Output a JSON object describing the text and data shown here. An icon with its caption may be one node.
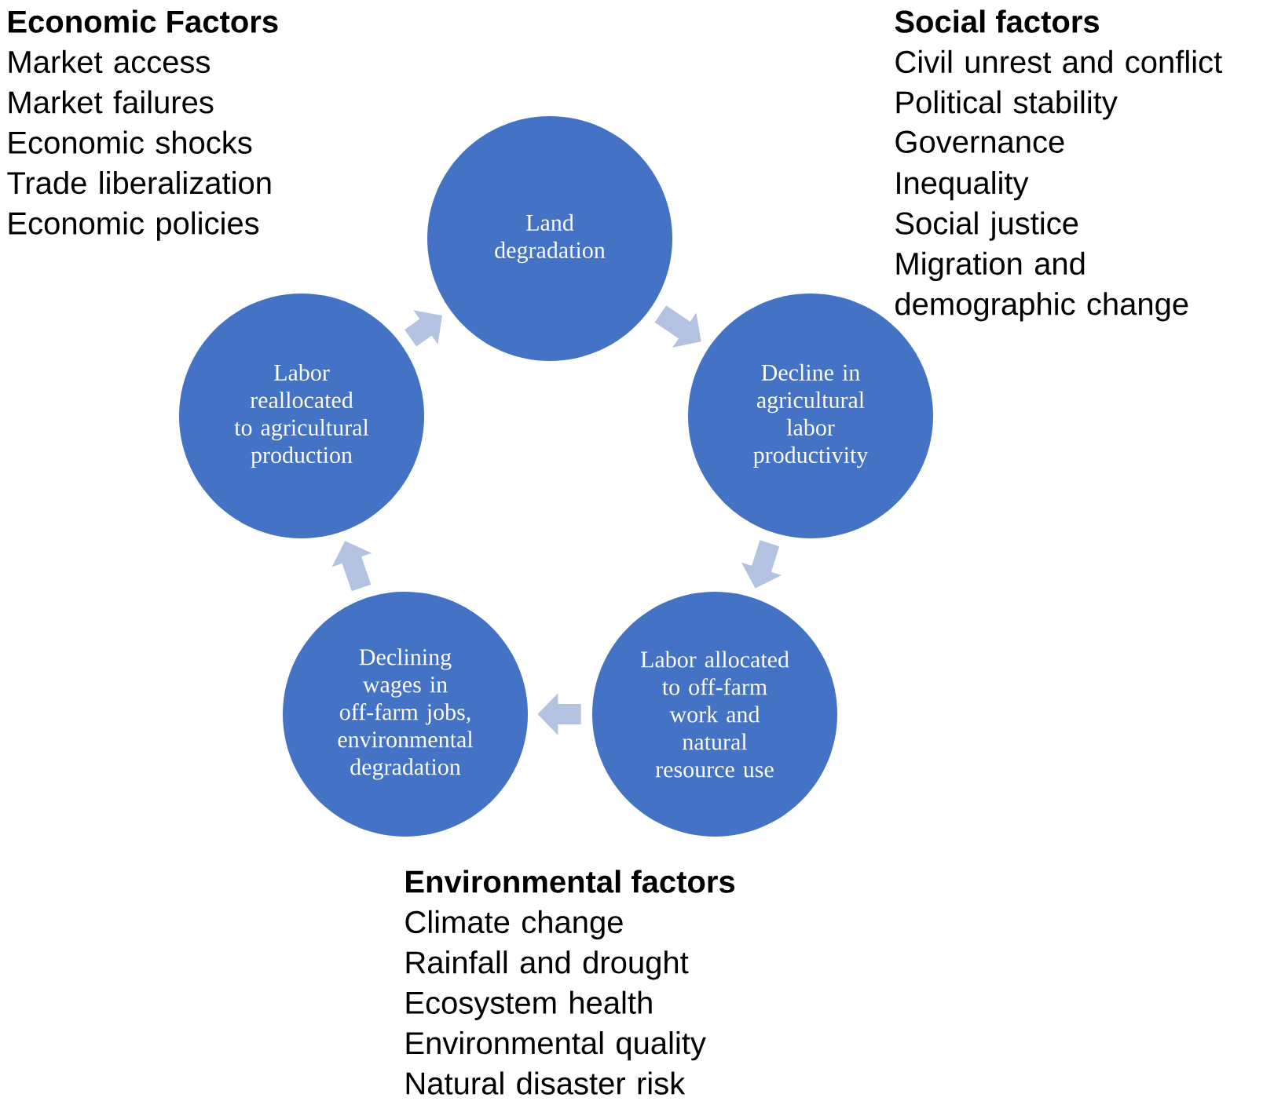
{
  "diagram": {
    "nodes": [
      {
        "text": [
          "Land degradation"
        ]
      },
      {
        "text": [
          "Decline in agricultural labor productivity"
        ]
      },
      {
        "text": [
          "Labor allocated to off-farm work and natural resource use"
        ]
      },
      {
        "text": [
          "Declining wages in off-farm jobs, environmental degradation"
        ]
      },
      {
        "text": [
          "Labor reallocated to agricultural production"
        ]
      }
    ],
    "edges": [
      {
        "from": 0,
        "to": 1,
        "arrow": "to"
      },
      {
        "from": 1,
        "to": 2,
        "arrow": "to"
      },
      {
        "from": 2,
        "to": 3,
        "arrow": "to"
      },
      {
        "from": 3,
        "to": 4,
        "arrow": "to"
      },
      {
        "from": 4,
        "to": 0,
        "arrow": "to"
      }
    ],
    "labels": [
      "Economic Factors",
      "Market access",
      "Market failures",
      "Economic shocks",
      "Trade liberalization",
      "Economic policies",
      "Social factors",
      "Civil unrest and conflict",
      "Political stability",
      "Governance",
      "Inequality",
      "Social justice",
      "Migration and demographic change",
      "Environmental factors",
      "Climate change",
      "Rainfall and drought",
      "Ecosystem health",
      "Environmental quality",
      "Natural disaster risk"
    ]
  }
}
